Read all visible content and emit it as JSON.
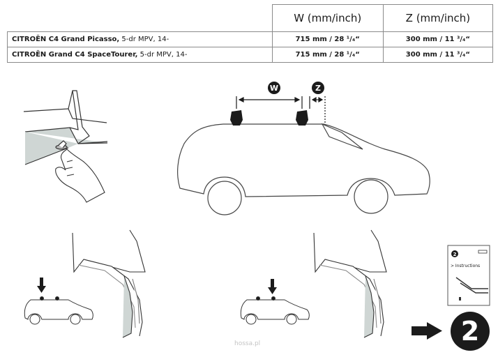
{
  "table": {
    "headers": [
      "",
      "W (mm/inch)",
      "Z (mm/inch)"
    ],
    "rows": [
      {
        "model": "CITROËN C4 Grand Picasso,",
        "desc": " 5-dr MPV, 14-",
        "w": "715 mm / 28 ¹/₄“",
        "z": "300 mm / 11 ³/₄“"
      },
      {
        "model": "CITROËN Grand C4 SpaceTourer,",
        "desc": " 5-dr MPV, 14-",
        "w": "715 mm / 28 ¹/₄“",
        "z": "300 mm / 11 ³/₄“"
      }
    ]
  },
  "diagram": {
    "w_label": "W",
    "z_label": "Z"
  },
  "instructions_card": {
    "step": "2",
    "text": "> Instructions"
  },
  "next_step": "2",
  "watermark": "hossa.pl",
  "icons": [
    "pointing-hand-icon",
    "down-arrow-icon",
    "right-arrow-icon"
  ]
}
